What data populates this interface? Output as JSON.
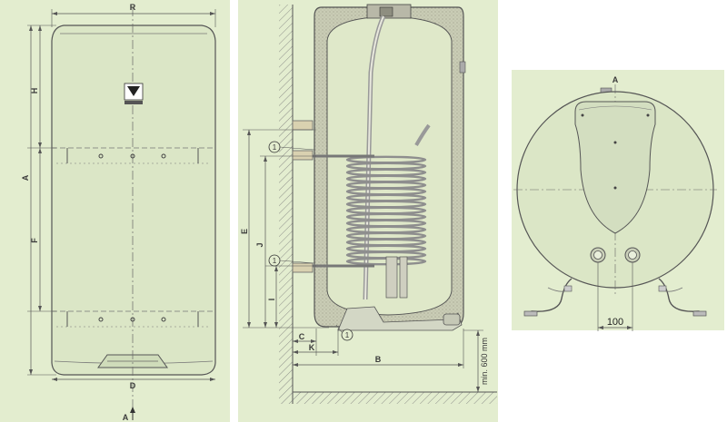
{
  "front_view": {
    "dim_top": "R",
    "dim_bottom": "D",
    "dim_total_height": "A",
    "dim_upper": "H",
    "dim_middle": "F",
    "section_marker": "A"
  },
  "side_view": {
    "dim_E": "E",
    "dim_J": "J",
    "dim_I": "I",
    "dim_C": "C",
    "dim_K": "K",
    "dim_B": "B",
    "clearance": "min. 600 mm",
    "callout": "1"
  },
  "top_view": {
    "section_label": "A",
    "spacing": "100"
  }
}
